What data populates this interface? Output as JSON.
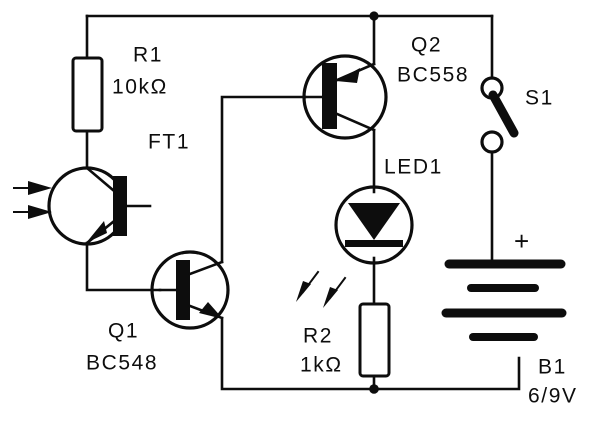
{
  "diagram": {
    "title": "Light-activated LED switch circuit schematic",
    "type": "electronic-schematic",
    "background_color": "#ffffff",
    "line_color": "#0d0d0d"
  },
  "components": {
    "r1": {
      "designator": "R1",
      "value": "10kΩ",
      "type": "resistor"
    },
    "r2": {
      "designator": "R2",
      "value": "1kΩ",
      "type": "resistor"
    },
    "ft1": {
      "designator": "FT1",
      "value": "",
      "type": "phototransistor"
    },
    "q1": {
      "designator": "Q1",
      "value": "BC548",
      "type": "npn-transistor"
    },
    "q2": {
      "designator": "Q2",
      "value": "BC558",
      "type": "pnp-transistor"
    },
    "led1": {
      "designator": "LED1",
      "value": "",
      "type": "led"
    },
    "s1": {
      "designator": "S1",
      "value": "",
      "type": "switch"
    },
    "b1": {
      "designator": "B1",
      "value": "6/9V",
      "polarity": "+",
      "type": "battery"
    }
  },
  "labels": {
    "r1_name": "R1",
    "r1_value": "10kΩ",
    "ft1_name": "FT1",
    "q1_name": "Q1",
    "q1_part": "BC548",
    "q2_name": "Q2",
    "q2_part": "BC558",
    "led1_name": "LED1",
    "s1_name": "S1",
    "r2_name": "R2",
    "r2_value": "1kΩ",
    "b1_name": "B1",
    "b1_value": "6/9V",
    "battery_plus": "+"
  }
}
